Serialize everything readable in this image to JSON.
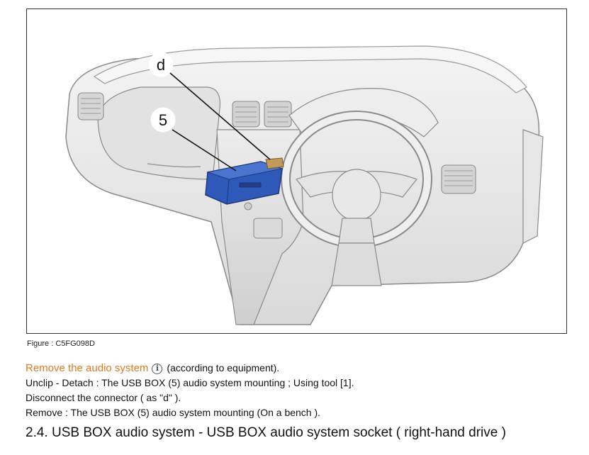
{
  "figure": {
    "callouts": [
      {
        "id": "connector",
        "label": "d"
      },
      {
        "id": "usb-box",
        "label": "5"
      }
    ],
    "caption": "Figure : C5FG098D",
    "colors": {
      "usb_box": "#2f59b8",
      "connector": "#c49a5a",
      "dashboard": "#e6e6e6",
      "outline": "#8a8a8a"
    }
  },
  "instructions": {
    "link_label": "Remove the audio system",
    "info_icon": "info-icon",
    "link_suffix": "(according to equipment).",
    "step_unclip": "Unclip - Detach : The USB BOX (5) audio system mounting ; Using tool [1].",
    "step_disconnect": "Disconnect the connector ( as \"d\" ).",
    "step_remove": "Remove : The USB BOX (5) audio system mounting (On a bench )."
  },
  "section": {
    "heading": "2.4. USB BOX audio system - USB BOX audio system socket ( right-hand drive )"
  }
}
